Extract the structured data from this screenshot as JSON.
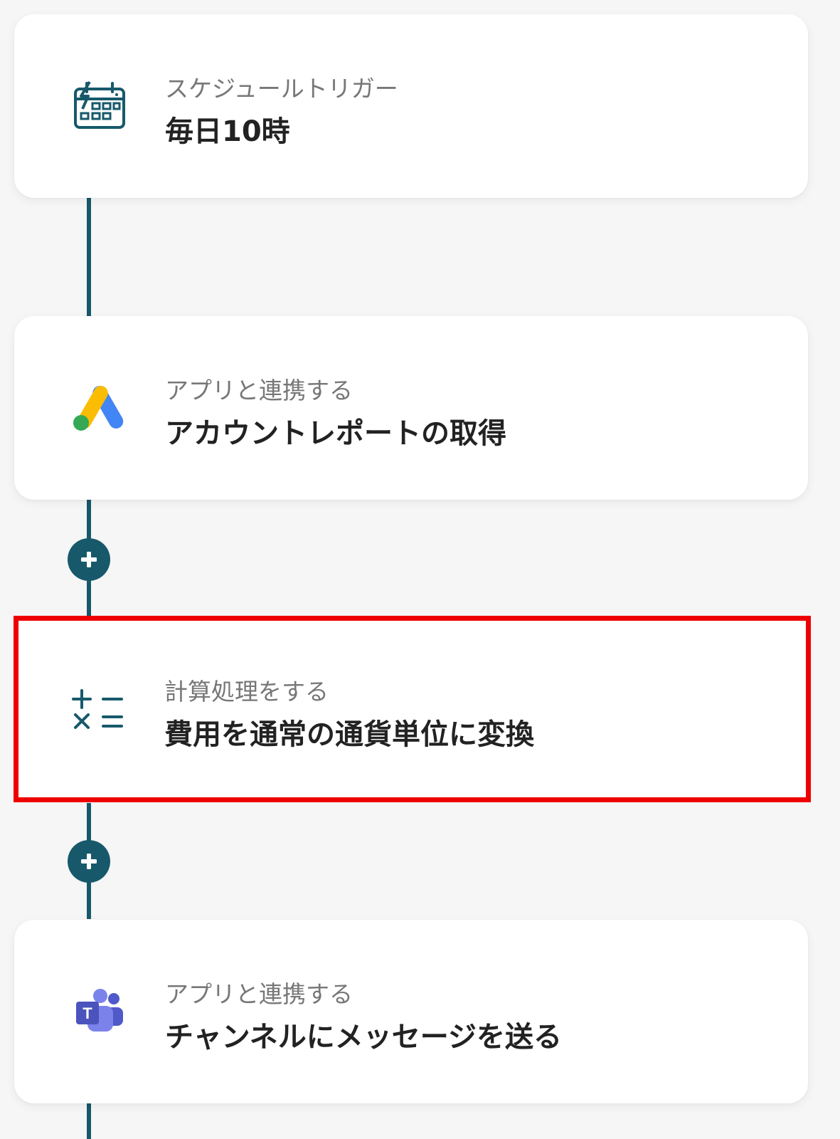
{
  "flow": {
    "steps": [
      {
        "label": "スケジュールトリガー",
        "title": "毎日10時",
        "icon": "schedule-calendar-icon"
      },
      {
        "label": "アプリと連携する",
        "title": "アカウントレポートの取得",
        "icon": "google-ads-icon"
      },
      {
        "label": "計算処理をする",
        "title": "費用を通常の通貨単位に変換",
        "icon": "calculation-icon",
        "highlighted": true
      },
      {
        "label": "アプリと連携する",
        "title": "チャンネルにメッセージを送る",
        "icon": "microsoft-teams-icon"
      }
    ],
    "add_buttons": [
      "plus-icon",
      "plus-icon"
    ]
  },
  "colors": {
    "connector": "#17596b",
    "highlight_border": "#ef0000",
    "teams": "#5059c9",
    "ads_blue": "#4285f4",
    "ads_yellow": "#fbbc04",
    "ads_green": "#34a853"
  }
}
